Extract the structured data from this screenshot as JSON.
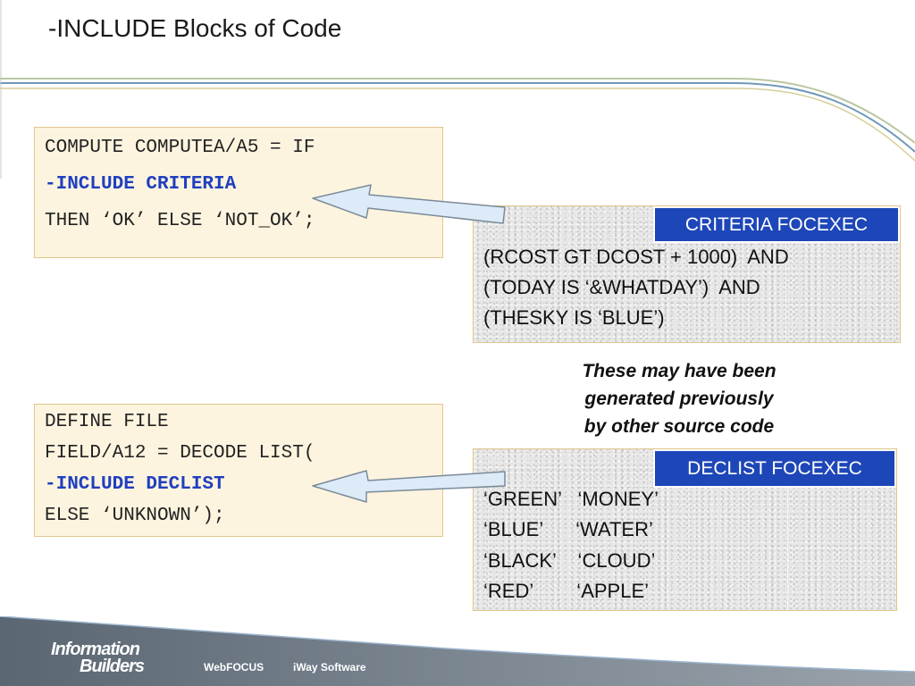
{
  "title": "-INCLUDE Blocks of Code",
  "compute_box": {
    "lines": [
      "COMPUTE COMPUTEA/A5 = IF",
      "-INCLUDE CRITERIA",
      "THEN ‘OK’ ELSE ‘NOT_OK’;"
    ]
  },
  "criteria_box": {
    "tag": "CRITERIA FOCEXEC",
    "lines": [
      "(RCOST GT DCOST + 1000)  AND",
      "(TODAY IS ‘&WHATDAY’)  AND",
      "(THESKY IS ‘BLUE’)"
    ]
  },
  "note": {
    "lines": [
      "These may have been",
      "generated previously",
      "by other source code"
    ]
  },
  "define_box": {
    "lines": [
      "DEFINE FILE",
      "FIELD/A12 = DECODE LIST(",
      "-INCLUDE DECLIST",
      "ELSE ‘UNKNOWN’);"
    ]
  },
  "declist_box": {
    "tag": "DECLIST FOCEXEC",
    "lines": [
      "‘GREEN’   ‘MONEY’",
      "‘BLUE’      ‘WATER’",
      "‘BLACK’    ‘CLOUD’",
      "‘RED’        ‘APPLE’"
    ]
  },
  "footer": {
    "logo_line1": "Information",
    "logo_line2": "Builders",
    "product1": "WebFOCUS",
    "product2": "iWay Software"
  },
  "colors": {
    "accent_blue": "#1d46b8",
    "code_background": "#fdf4df",
    "code_border": "#e0c68a",
    "footer_gray": "#6f7a85"
  },
  "icons": [
    "left-arrow-icon",
    "left-arrow-icon",
    "information-builders-logo-icon"
  ]
}
